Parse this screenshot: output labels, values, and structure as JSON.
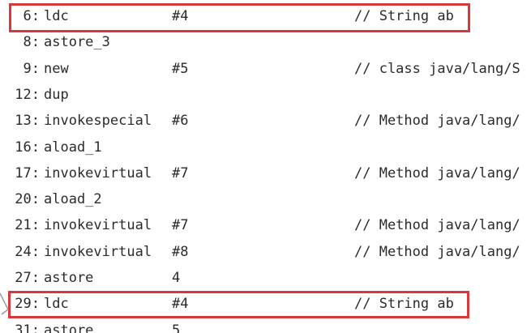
{
  "lines": [
    {
      "offset": "6:",
      "op": "ldc",
      "arg": "#4",
      "comment": "// String ab",
      "highlight": true
    },
    {
      "offset": "8:",
      "op": "astore_3",
      "arg": "",
      "comment": ""
    },
    {
      "offset": "9:",
      "op": "new",
      "arg": "#5",
      "comment": "// class java/lang/S"
    },
    {
      "offset": "12:",
      "op": "dup",
      "arg": "",
      "comment": ""
    },
    {
      "offset": "13:",
      "op": "invokespecial",
      "arg": "#6",
      "comment": "// Method java/lang/"
    },
    {
      "offset": "16:",
      "op": "aload_1",
      "arg": "",
      "comment": ""
    },
    {
      "offset": "17:",
      "op": "invokevirtual",
      "arg": "#7",
      "comment": "// Method java/lang/"
    },
    {
      "offset": "20:",
      "op": "aload_2",
      "arg": "",
      "comment": ""
    },
    {
      "offset": "21:",
      "op": "invokevirtual",
      "arg": "#7",
      "comment": "// Method java/lang/"
    },
    {
      "offset": "24:",
      "op": "invokevirtual",
      "arg": "#8",
      "comment": "// Method java/lang/"
    },
    {
      "offset": "27:",
      "op": "astore",
      "arg": "4",
      "comment": ""
    },
    {
      "offset": "29:",
      "op": "ldc",
      "arg": "#4",
      "comment": "// String ab",
      "highlight": true
    },
    {
      "offset": "31:",
      "op": "astore",
      "arg": "5",
      "comment": ""
    }
  ],
  "colors": {
    "text": "#2b2b2b",
    "highlight_border": "#d9383a",
    "background": "#ffffff"
  }
}
